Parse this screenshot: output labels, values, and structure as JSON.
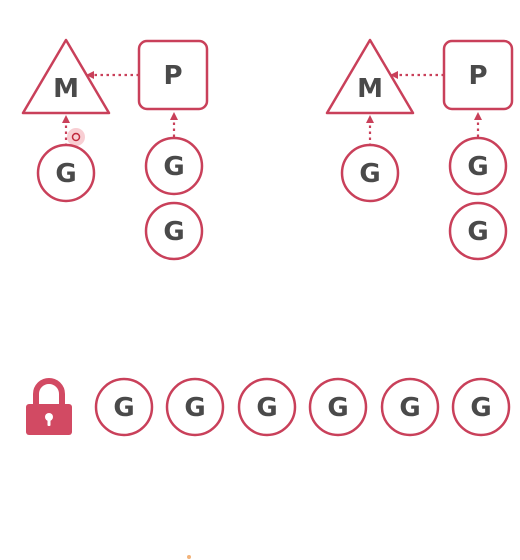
{
  "colors": {
    "stroke": "#c9405a",
    "text": "#4a4a4a",
    "lock": "#d24a63",
    "cursor": "#e23a4e",
    "dot": "#f2b37a",
    "background": "#ffffff"
  },
  "left_group": {
    "machine_label": "M",
    "processor_label": "P",
    "running_goroutine": "G",
    "local_queue": [
      "G",
      "G"
    ]
  },
  "right_group": {
    "machine_label": "M",
    "processor_label": "P",
    "running_goroutine": "G",
    "local_queue": [
      "G",
      "G"
    ]
  },
  "global_queue": {
    "lock_icon": "lock-icon",
    "goroutines": [
      "G",
      "G",
      "G",
      "G",
      "G",
      "G"
    ]
  }
}
